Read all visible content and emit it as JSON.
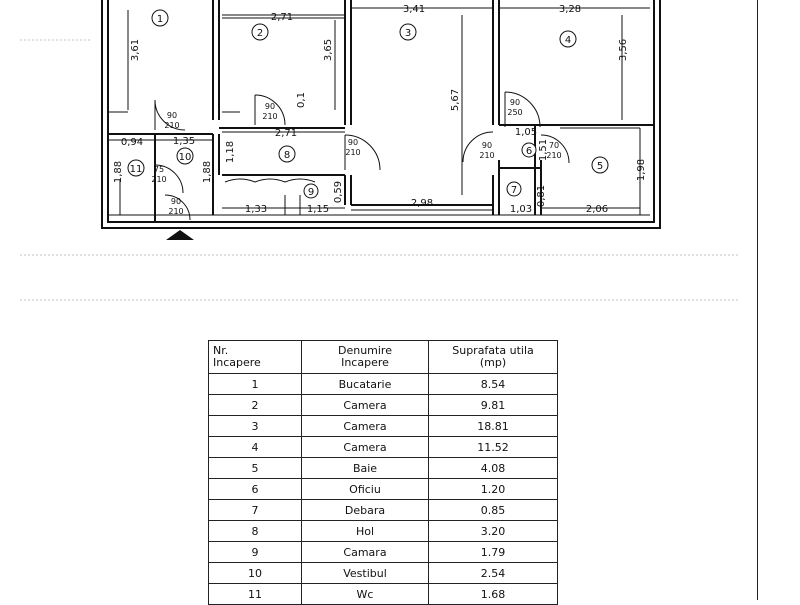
{
  "plan": {
    "rooms": [
      {
        "num": "1"
      },
      {
        "num": "2"
      },
      {
        "num": "3"
      },
      {
        "num": "4"
      },
      {
        "num": "5"
      },
      {
        "num": "6"
      },
      {
        "num": "7"
      },
      {
        "num": "8"
      },
      {
        "num": "9"
      },
      {
        "num": "10"
      },
      {
        "num": "11"
      }
    ],
    "dimensions": {
      "r2_width": "2,71",
      "r3_width": "3,41",
      "r4_width": "3,28",
      "r1_height": "3,61",
      "r2_height": "3,65",
      "r3_height": "5,67",
      "r4_height": "3,56",
      "hall_width": "2,71",
      "r6_width": "1,05",
      "r6_height": "1,51",
      "r11_width": "0,94",
      "r10_width": "1,35",
      "r11_height": "1,88",
      "r10_height": "1,88",
      "hall_height": "1,18",
      "vert_small": "0,1",
      "r9_height": "0,59",
      "bottom_1": "1,33",
      "bottom_2": "1,15",
      "bottom_3": "2,98",
      "r7_height": "0,81",
      "r7_width": "1,03",
      "r5_width": "2,06",
      "r5_height": "1,98"
    },
    "doors": [
      {
        "w": "90",
        "h": "210"
      },
      {
        "w": "90",
        "h": "210"
      },
      {
        "w": "90",
        "h": "210"
      },
      {
        "w": "90",
        "h": "250"
      },
      {
        "w": "90",
        "h": "210"
      },
      {
        "w": "70",
        "h": "210"
      },
      {
        "w": "75",
        "h": "210"
      },
      {
        "w": "90",
        "h": "210"
      }
    ]
  },
  "table": {
    "headers": {
      "nr_line1": "Nr.",
      "nr_line2": "Incapere",
      "name_line1": "Denumire",
      "name_line2": "Incapere",
      "area_line1": "Suprafata utila",
      "area_line2": "(mp)"
    },
    "rows": [
      {
        "nr": "1",
        "name": "Bucatarie",
        "area": "8.54"
      },
      {
        "nr": "2",
        "name": "Camera",
        "area": "9.81"
      },
      {
        "nr": "3",
        "name": "Camera",
        "area": "18.81"
      },
      {
        "nr": "4",
        "name": "Camera",
        "area": "11.52"
      },
      {
        "nr": "5",
        "name": "Baie",
        "area": "4.08"
      },
      {
        "nr": "6",
        "name": "Oficiu",
        "area": "1.20"
      },
      {
        "nr": "7",
        "name": "Debara",
        "area": "0.85"
      },
      {
        "nr": "8",
        "name": "Hol",
        "area": "3.20"
      },
      {
        "nr": "9",
        "name": "Camara",
        "area": "1.79"
      },
      {
        "nr": "10",
        "name": "Vestibul",
        "area": "2.54"
      },
      {
        "nr": "11",
        "name": "Wc",
        "area": "1.68"
      }
    ]
  }
}
